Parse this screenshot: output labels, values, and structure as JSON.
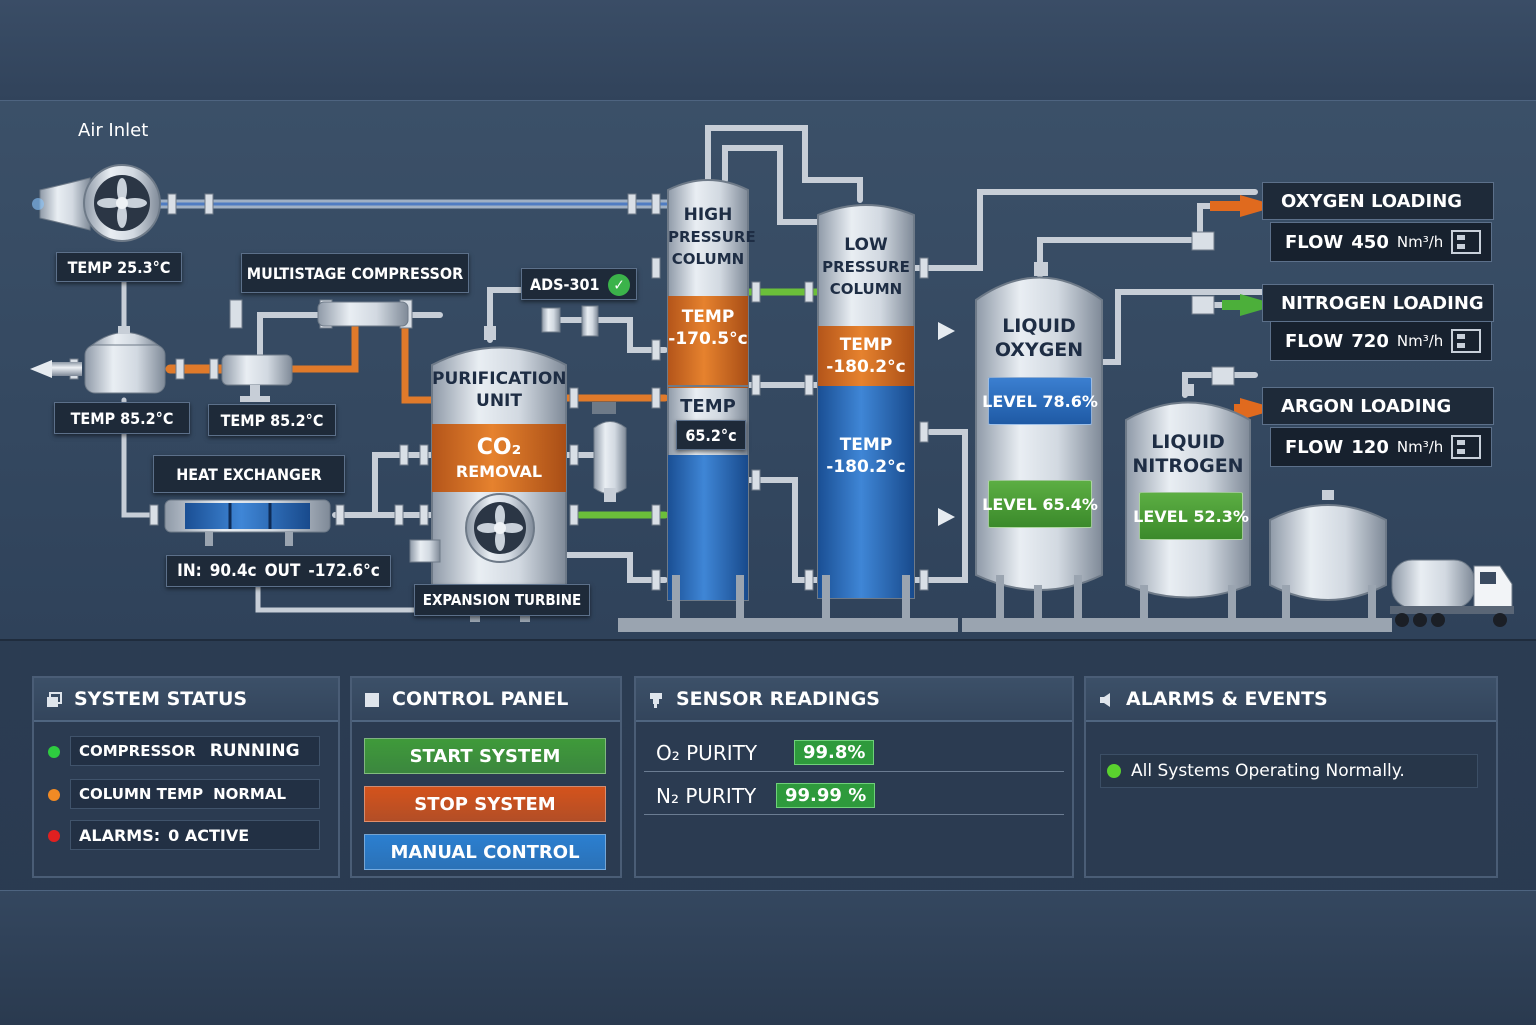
{
  "plant": {
    "air_inlet_label": "Air Inlet",
    "fan_temp": "TEMP 25.3°C",
    "multistage_compressor_label": "MULTISTAGE COMPRESSOR",
    "compressor_temp_1": "TEMP 85.2°C",
    "compressor_temp_2": "TEMP 85.2°C",
    "heat_exchanger_label": "HEAT EXCHANGER",
    "heat_exchanger_in_label": "IN:",
    "heat_exchanger_in_value": "90.4c",
    "heat_exchanger_out_label": "OUT",
    "heat_exchanger_out_value": "-172.6°c",
    "expansion_turbine_label": "EXPANSION TURBINE",
    "ads_label": "ADS-301",
    "purification_unit": {
      "title_line1": "PURIFICATION",
      "title_line2": "UNIT",
      "band_line1": "CO₂",
      "band_line2": "REMOVAL"
    },
    "high_pressure_column": {
      "line1": "HIGH",
      "line2": "PRESSURE",
      "line3": "COLUMN",
      "temp1_label": "TEMP",
      "temp1_value": "-170.5°c",
      "temp2_label": "TEMP",
      "temp2_value": "65.2°c"
    },
    "low_pressure_column": {
      "line1": "LOW",
      "line2": "PRESSURE",
      "line3": "COLUMN",
      "temp1_label": "TEMP",
      "temp1_value": "-180.2°c",
      "temp2_label": "TEMP",
      "temp2_value": "-180.2°c"
    },
    "liquid_oxygen": {
      "line1": "LIQUID",
      "line2": "OXYGEN",
      "level_a": "LEVEL 78.6%",
      "level_b": "LEVEL 65.4%"
    },
    "liquid_nitrogen": {
      "line1": "LIQUID",
      "line2": "NITROGEN",
      "level": "LEVEL 52.3%"
    },
    "loading": [
      {
        "label": "OXYGEN LOADING",
        "flow_label": "FLOW",
        "flow_value": "450",
        "flow_unit": "Nm³/h",
        "arrow_color": "#e06a1e"
      },
      {
        "label": "NITROGEN LOADING",
        "flow_label": "FLOW",
        "flow_value": "720",
        "flow_unit": "Nm³/h",
        "arrow_color": "#4caf3a"
      },
      {
        "label": "ARGON LOADING",
        "flow_label": "FLOW",
        "flow_value": "120",
        "flow_unit": "Nm³/h",
        "arrow_color": "#e06a1e"
      }
    ]
  },
  "system_status": {
    "title": "SYSTEM STATUS",
    "icon": "window-icon",
    "items": [
      {
        "label": "COMPRESSOR",
        "value": "RUNNING",
        "color": "#2ecc40"
      },
      {
        "label": "COLUMN TEMP",
        "value": "NORMAL",
        "color": "#f08a24"
      },
      {
        "label": "ALARMS:",
        "value": "0 ACTIVE",
        "color": "#e02020"
      }
    ]
  },
  "control_panel": {
    "title": "CONTROL PANEL",
    "icon": "square-icon",
    "buttons": [
      {
        "label": "START SYSTEM",
        "color": "#3f9a3a"
      },
      {
        "label": "STOP SYSTEM",
        "color": "#d4531c"
      },
      {
        "label": "MANUAL CONTROL",
        "color": "#2b7fd0"
      }
    ]
  },
  "sensor_readings": {
    "title": "SENSOR READINGS",
    "icon": "sensor-icon",
    "items": [
      {
        "label": "O₂ PURITY",
        "value": "99.8%"
      },
      {
        "label": "N₂ PURITY",
        "value": "99.99 %"
      }
    ]
  },
  "alarms_events": {
    "title": "ALARMS & EVENTS",
    "icon": "speaker-icon",
    "message": "All Systems Operating Normally.",
    "message_color": "#5ad12e"
  }
}
